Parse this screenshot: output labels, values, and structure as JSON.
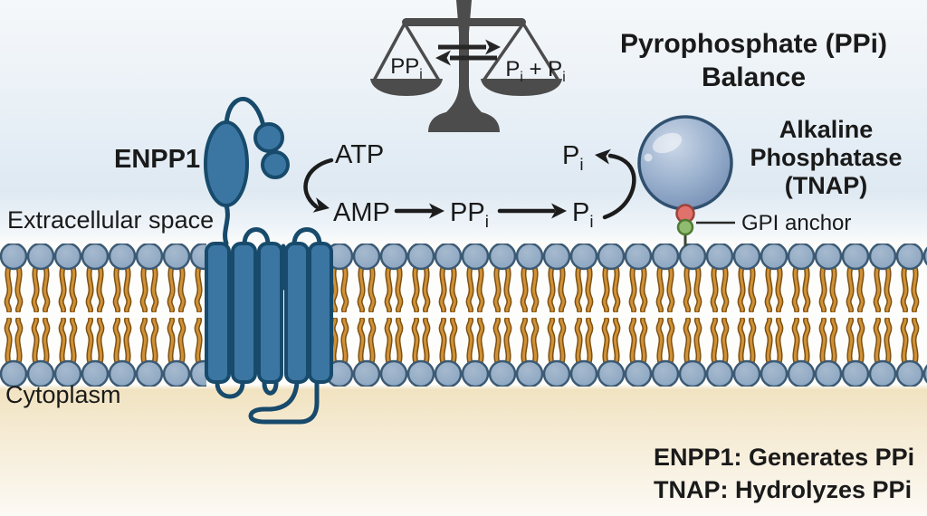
{
  "title": {
    "line1": "Pyrophosphate (PPi)",
    "line2": "Balance"
  },
  "balance_scale": {
    "left_pan": {
      "base": "PP",
      "sub": "i"
    },
    "right_pan": {
      "p1": "P",
      "s1": "i",
      "plus": " + P",
      "s2": "i"
    }
  },
  "compartments": {
    "extracellular": "Extracellular space",
    "cytoplasm": "Cytoplasm"
  },
  "enpp1": {
    "label": "ENPP1"
  },
  "tnap": {
    "line1": "Alkaline",
    "line2": "Phosphatase",
    "line3": "(TNAP)",
    "gpi_label": "GPI anchor"
  },
  "pathway": {
    "atp": "ATP",
    "amp": "AMP",
    "ppi": {
      "base": "PP",
      "sub": "i"
    },
    "pi_product": {
      "base": "P",
      "sub": "i"
    },
    "pi_released": {
      "base": "P",
      "sub": "i"
    }
  },
  "legend": {
    "enpp1": "ENPP1: Generates PPi",
    "tnap": "TNAP: Hydrolyzes PPi"
  },
  "colors": {
    "protein_blue": "#3b76a2",
    "protein_outline": "#174a6b",
    "lipid_head": "#8aa5c1",
    "lipid_tail": "#d09135",
    "sphere_blue": "#9db3cf",
    "bead_red": "#e0716b",
    "bead_green": "#8fbc70",
    "scale_gray": "#4c4c4c",
    "arrow_black": "#1c1c1c",
    "extracellular_bg": "#e2ebf4",
    "cytoplasm_bg": "#f1e3c1"
  }
}
